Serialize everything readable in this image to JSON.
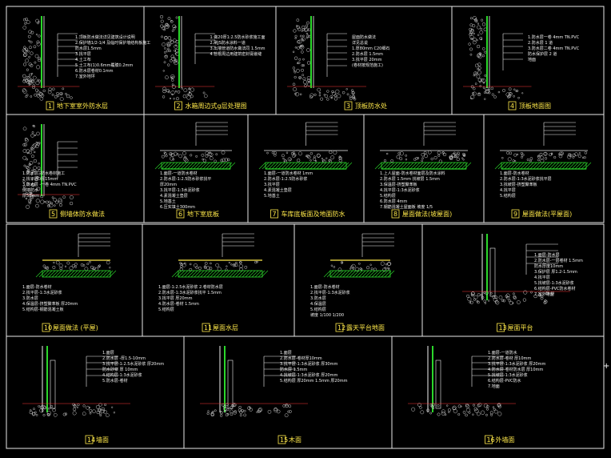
{
  "colors": {
    "background": "#000000",
    "frame": "#e8e8e8",
    "caption": "#ffe94a",
    "hatch_green": "#2bd72b",
    "dim_cyan": "#4dd7ff",
    "fill_line": "#ff3a3a"
  },
  "details": [
    {
      "num": "1",
      "caption": "地下室室外防水层",
      "notes": [
        "1.顶板防水做法详见建筑设计说明",
        "2.保护墙1/2-1/4 及临时保护墙结构板施工",
        "防水层1.5mm",
        "3.找平层",
        "4.土工布",
        "5.土工布(1)0.6mm覆膜0.2mm",
        "6.防水层卷材0.1mm",
        "7.室外地坪"
      ]
    },
    {
      "num": "2",
      "caption": "水箱周边式g层处理图",
      "notes": [
        "1.做20厚1:2.5防水砂浆施工面",
        "2.刷JS防水涂料一道",
        "3.出墙管道防水做法同 1.5mm",
        "4.管根周边用建筑密封膏嵌缝"
      ]
    },
    {
      "num": "3",
      "caption": "顶板防水处",
      "notes": [
        "屋面防水做法",
        "详见总说",
        "1.厚80mm C20细石",
        "2.防水层 1.5mm",
        "3.找平层 20mm",
        "(卷材按规范施工)"
      ]
    },
    {
      "num": "4",
      "caption": "顶板地面图",
      "notes": [
        "1.防水层一卷 4mm TN.PVC",
        "2.防水层 1 道",
        "3.防水层二卷 4mm TN.PVC",
        "防水保护层 2 道",
        "地面"
      ]
    },
    {
      "num": "5",
      "caption": "侧墙体防水做法",
      "notes": [
        "1.防水层 -防水卷材施工",
        "2.找平层 -厚15mm",
        "3.防水层 -一卷 4mm TN.PVC",
        "侧墙防水",
        "厚50mm"
      ]
    },
    {
      "num": "6",
      "caption": "地下室底板",
      "notes": [
        "1.面层-一道防水卷材",
        "2.防水层-1:2.5防水砂浆找平",
        "厚20mm",
        "3.找平层-1:3水泥砂浆",
        "4.素混凝土垫层",
        "5.地基土",
        "6.压实填土300mm"
      ]
    },
    {
      "num": "7",
      "caption": "车库底板面及地面防水",
      "notes": [
        "1.面层-一道防水卷材 1mm",
        "2.防水层-1:2.5防水砂浆",
        "3.找平层",
        "4.素混凝土垫层",
        "5.地基土"
      ]
    },
    {
      "num": "8",
      "caption": "屋面做法(坡屋面)",
      "notes": [
        "1.上人屋面-防水卷材面层及防水涂料",
        "2.防水层 1.5mm  找坡层 1.5mm",
        "3.保温层-挤塑聚苯板",
        "4.找平层-1:3水泥砂浆",
        "5.结构层",
        "6.防水层 4mm",
        "7.钢筋混凝土屋面板  坡度 1/5"
      ]
    },
    {
      "num": "9",
      "caption": "屋面做法(平屋面)",
      "notes": [
        "1.面层-防水卷材",
        "2.防水层-1:3水泥砂浆找平层",
        "3.找坡层-挤塑聚苯板",
        "4.找平层",
        "5.结构层"
      ]
    },
    {
      "num": "10",
      "caption": "屋面做法 (平屋)",
      "notes": [
        "1.面层-防水卷材",
        "2.找平层-1:3水泥砂浆",
        "3.防水层",
        "4.保温层-挤塑聚苯板 厚20mm",
        "5.结构层-钢筋混凝土板"
      ]
    },
    {
      "num": "11",
      "caption": "屋面水层",
      "notes": [
        "1.面层-1:2.5水泥砂浆 2.卷材防水层",
        "2.防水层-1:3水泥砂浆找平 1.5mm",
        "3.找平层 厚20mm",
        "4.防水层-卷材 1.5mm",
        "5.结构层"
      ]
    },
    {
      "num": "12",
      "caption": "露天平台地面",
      "notes": [
        "1.面层-防水卷材",
        "2.找平层-1:3水泥砂浆",
        "3.防水层",
        "4.保温层",
        "5.结构层",
        "坡度 1/100  1/200"
      ]
    },
    {
      "num": "13",
      "caption": "屋面平台",
      "notes": [
        "1.面层-防水层",
        "2.防水层-一层卷材 1.5mm",
        "防水厚度10mm",
        "3.保护层 厚1.2-1.5mm",
        "4.找平层",
        "5.找坡层-1:3水泥砂浆",
        "6.结构层-PVC防水卷材",
        "7.室外地面"
      ]
    },
    {
      "num": "14",
      "caption": "墙面",
      "notes": [
        "1.面层",
        "2.防水层 -厚1.5-10mm",
        "3.找平层-1:2.5水泥砂浆 厚20mm",
        "防水砂浆 厚 10mm",
        "4.结构层-1:3水泥砂浆",
        "5.防水层-卷材"
      ]
    },
    {
      "num": "15",
      "caption": "木面",
      "notes": [
        "1.面层",
        "2.防水层-卷材厚10mm",
        "3.找平层-1:3水泥砂浆 厚30mm",
        "防水层 1.5mm",
        "4.找坡层-1:3水泥砂浆 厚20mm",
        "5.结构层 厚20mm 1.5mm 厚20mm"
      ]
    },
    {
      "num": "16",
      "caption": "外墙面",
      "notes": [
        "1.面层-一道防水",
        "2.防水层-卷材 厚10mm",
        "3.找平层-1:3水泥砂浆 厚20mm",
        "4.防水层-卷材防水层 厚10mm",
        "5.找坡层-1:3水泥砂浆",
        "6.结构层-PVC防水",
        "7.地面"
      ]
    }
  ]
}
